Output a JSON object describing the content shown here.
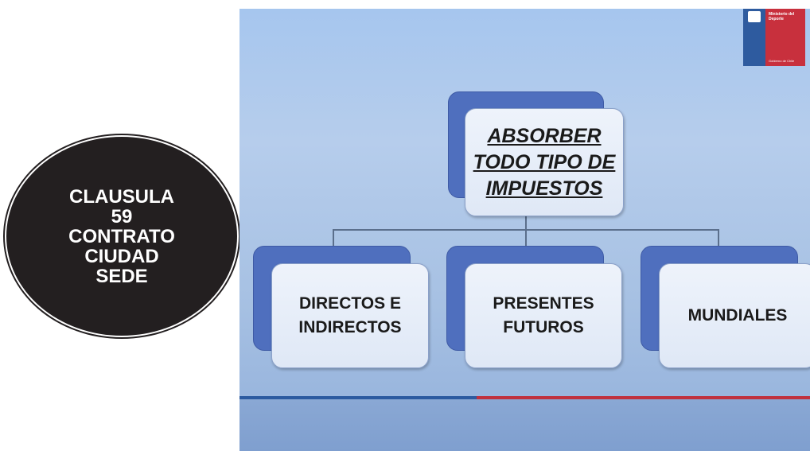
{
  "ellipse": {
    "lines": [
      "CLAUSULA",
      "59",
      "CONTRATO",
      "CIUDAD",
      "SEDE"
    ]
  },
  "logo": {
    "title": "Ministerio del Deporte",
    "subtitle": "Gobierno de Chile"
  },
  "diagram": {
    "root": {
      "lines": [
        "ABSORBER",
        "TODO TIPO DE",
        "IMPUESTOS"
      ]
    },
    "children": [
      {
        "lines": [
          "DIRECTOS E",
          "INDIRECTOS"
        ]
      },
      {
        "lines": [
          "PRESENTES",
          "FUTUROS"
        ]
      },
      {
        "lines": [
          "MUNDIALES"
        ]
      }
    ]
  },
  "colors": {
    "back_box": "#4f6fbe",
    "stripe_blue": "#2c5aa0",
    "stripe_red": "#c0313f",
    "ellipse": "#231f20"
  }
}
